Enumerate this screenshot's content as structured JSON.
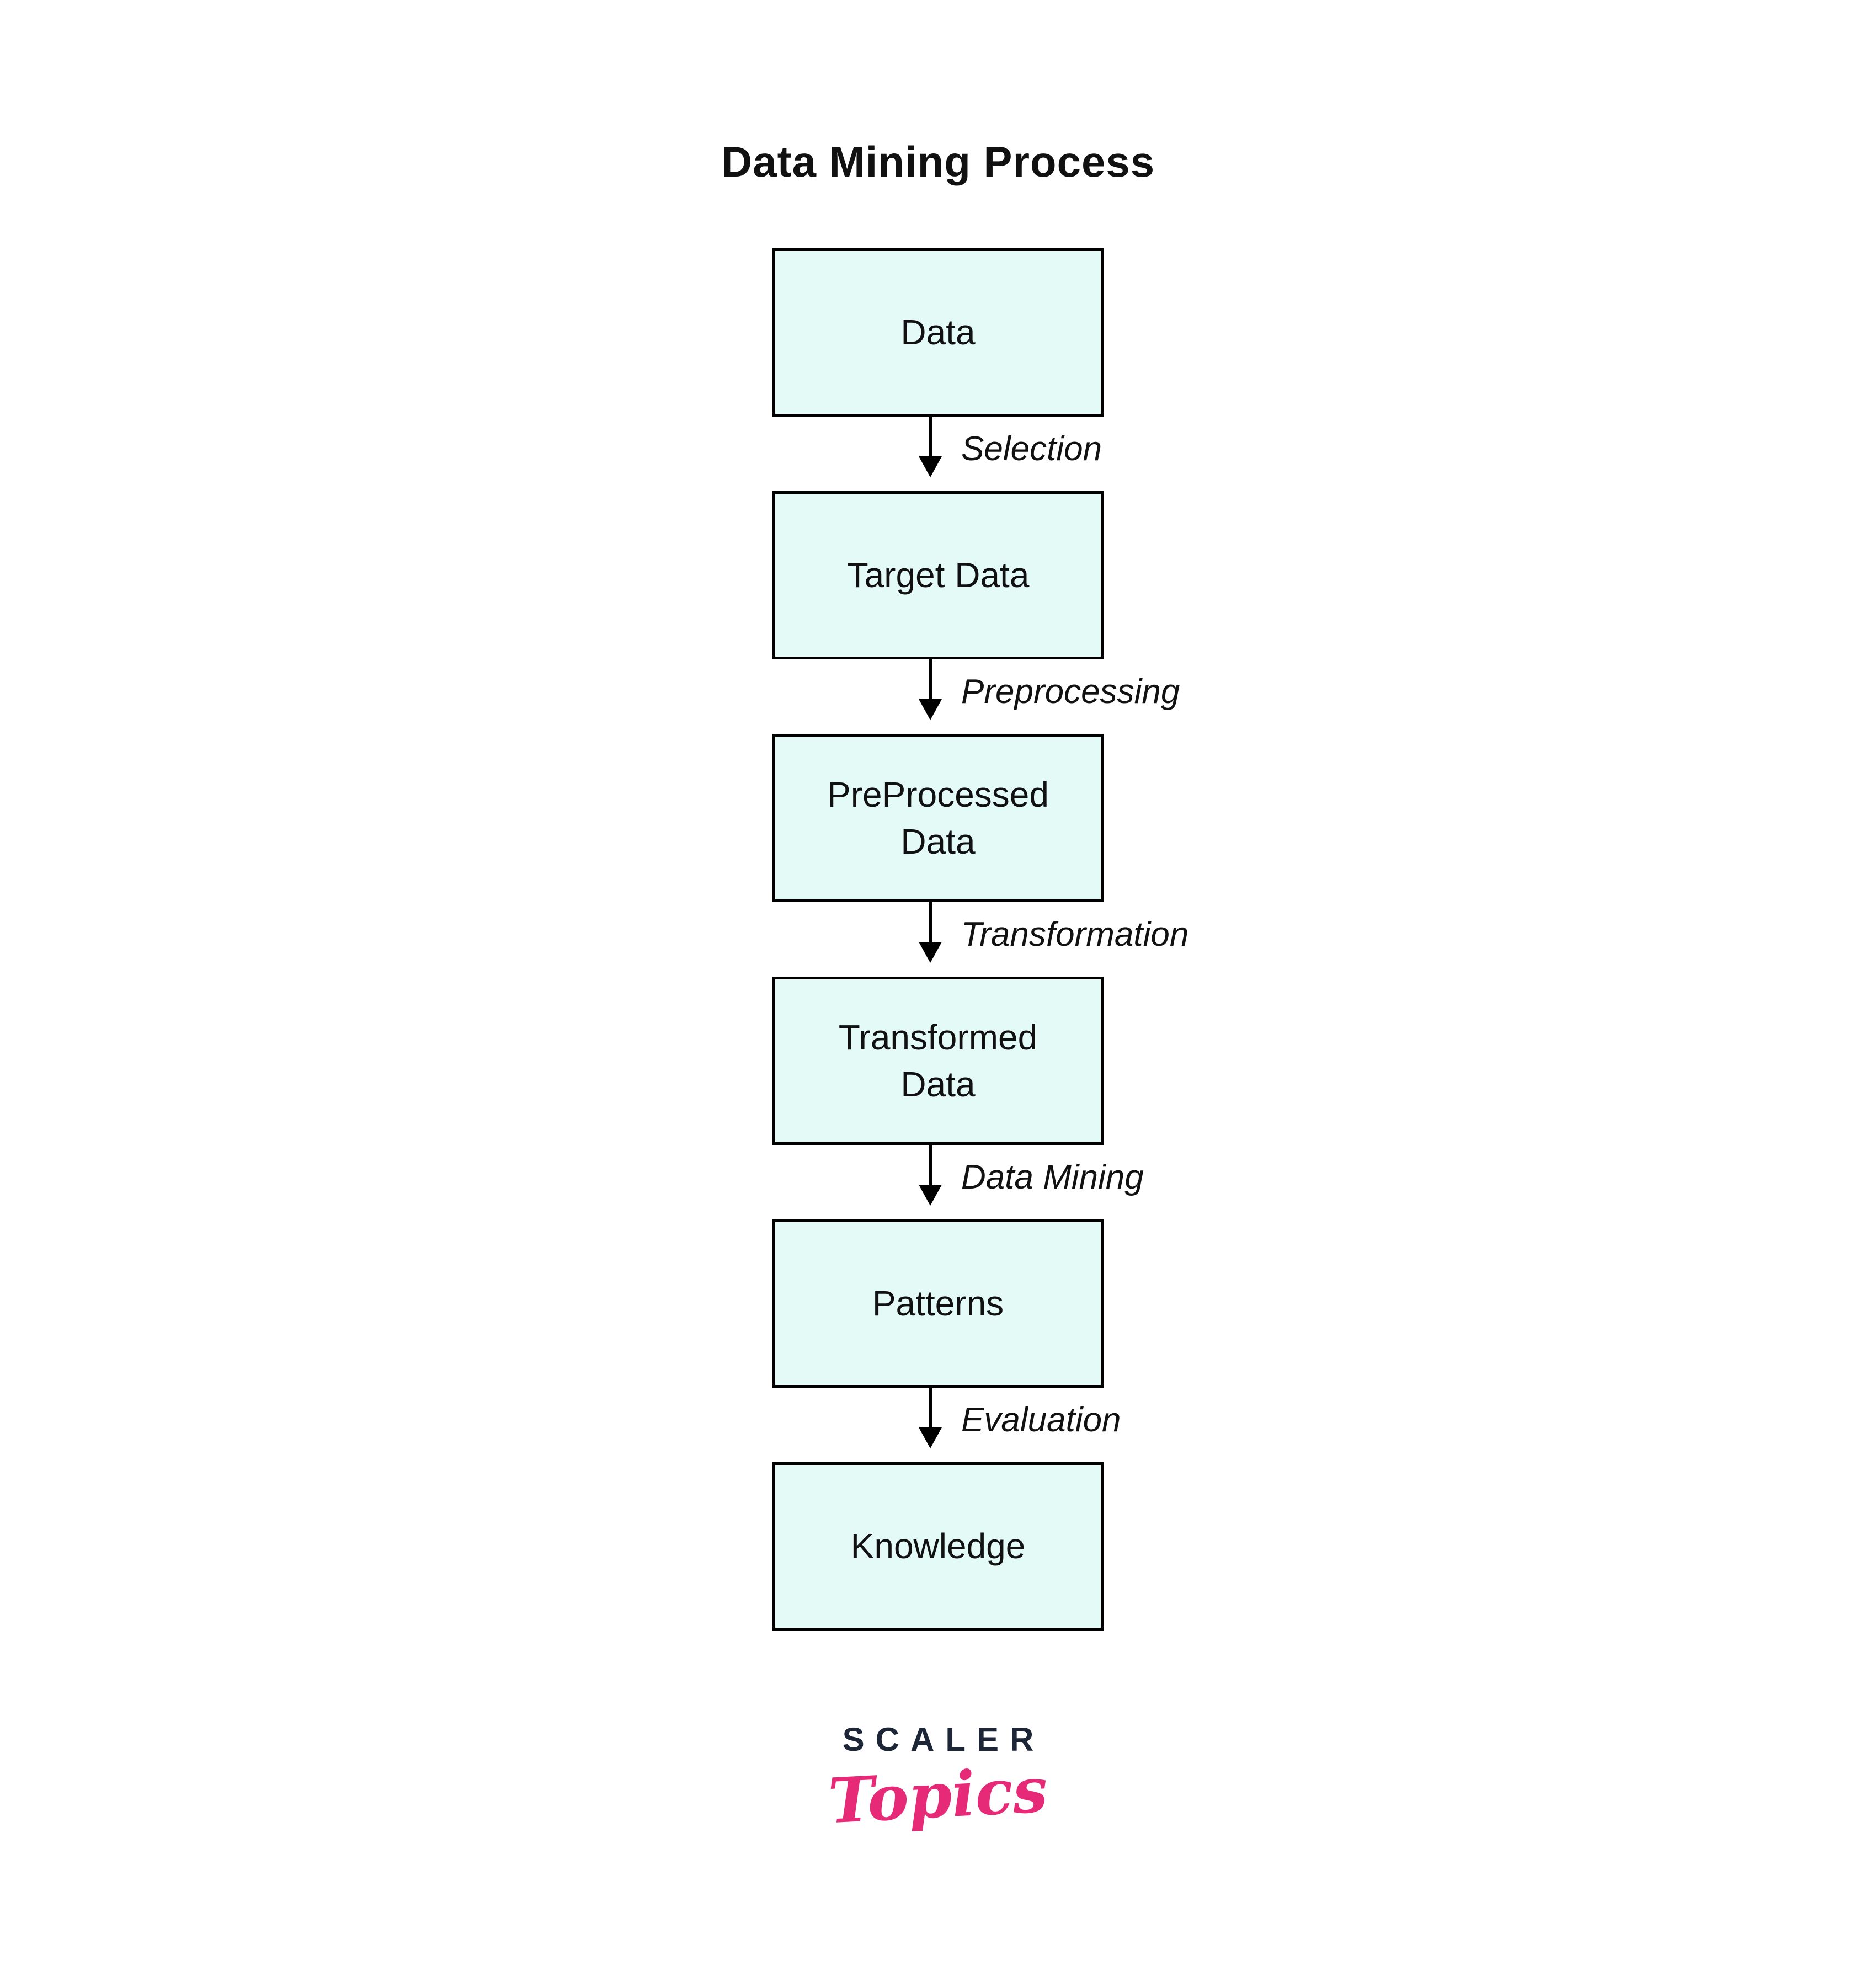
{
  "title": "Data Mining Process",
  "flow": {
    "nodes": [
      {
        "id": "data",
        "lines": [
          "Data"
        ]
      },
      {
        "id": "target-data",
        "lines": [
          "Target Data"
        ]
      },
      {
        "id": "preprocessed-data",
        "lines": [
          "PreProcessed",
          "Data"
        ]
      },
      {
        "id": "transformed-data",
        "lines": [
          "Transformed",
          "Data"
        ]
      },
      {
        "id": "patterns",
        "lines": [
          "Patterns"
        ]
      },
      {
        "id": "knowledge",
        "lines": [
          "Knowledge"
        ]
      }
    ],
    "edges": [
      {
        "label": "Selection"
      },
      {
        "label": "Preprocessing"
      },
      {
        "label": "Transformation"
      },
      {
        "label": "Data Mining"
      },
      {
        "label": "Evaluation"
      }
    ]
  },
  "logo": {
    "brand": "SCALER",
    "wordmark": "Topics"
  },
  "colors": {
    "node_fill": "#e3faf7",
    "node_border": "#000000",
    "text": "#111111",
    "brand_navy": "#1d2637",
    "brand_pink": "#e72a77"
  }
}
